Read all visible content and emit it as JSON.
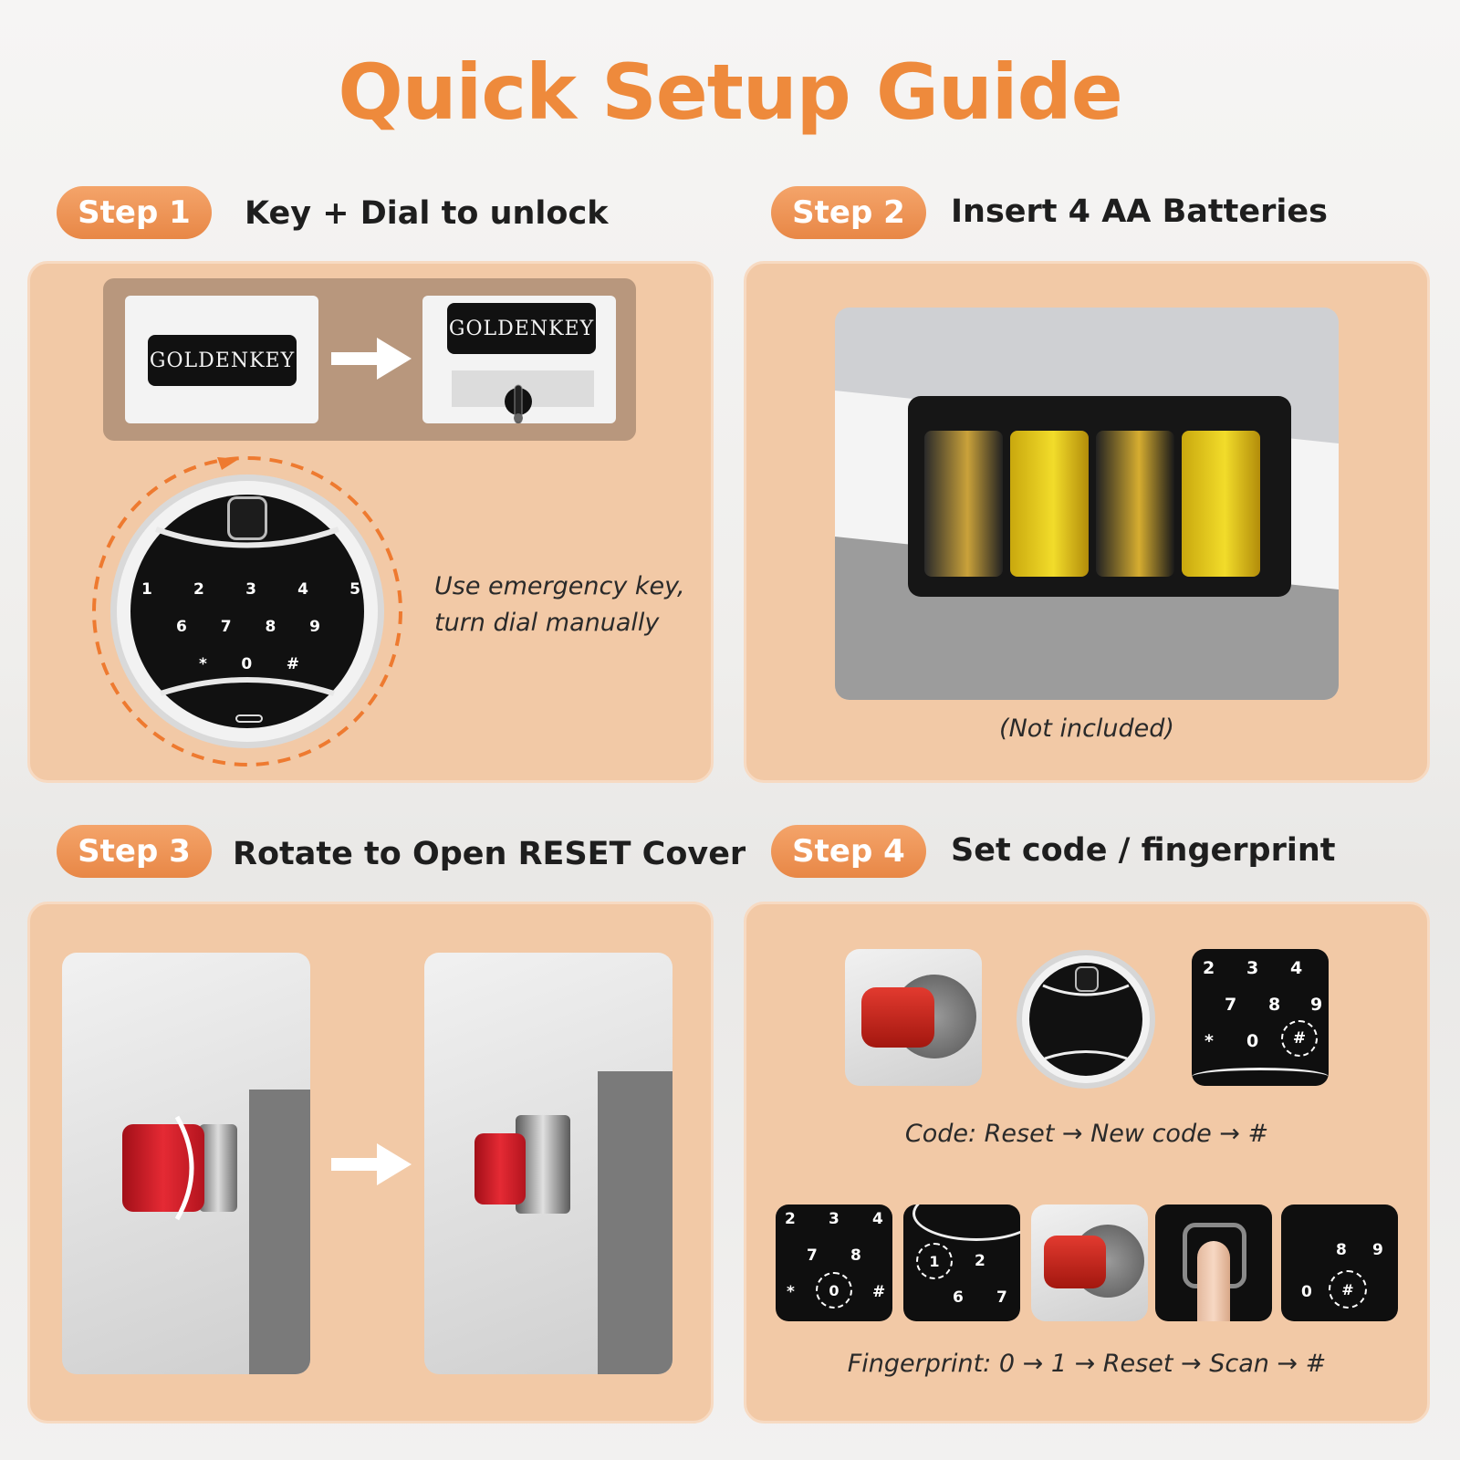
{
  "title": "Quick Setup Guide",
  "brand": "GOLDENKEY",
  "colors": {
    "accent": "#ee8a3c",
    "panel": "#f2c9a6",
    "badge": "#e88746"
  },
  "steps": [
    {
      "badge": "Step 1",
      "heading": "Key + Dial to unlock",
      "caption_line1": "Use emergency key,",
      "caption_line2": "turn dial manually"
    },
    {
      "badge": "Step 2",
      "heading": "Insert 4 AA Batteries",
      "caption": "(Not included)"
    },
    {
      "badge": "Step 3",
      "heading": "Rotate to Open RESET Cover"
    },
    {
      "badge": "Step 4",
      "heading": "Set code / fingerprint",
      "code_line": "Code: Reset → New code → #",
      "fingerprint_line": "Fingerprint: 0 → 1 → Reset → Scan → #"
    }
  ],
  "keypad": {
    "row1": [
      "1",
      "2",
      "3",
      "4",
      "5"
    ],
    "row2": [
      "6",
      "7",
      "8",
      "9"
    ],
    "row3": [
      "*",
      "0",
      "#"
    ]
  },
  "icons": [
    "arrow-right-icon",
    "dial-rotate-icon",
    "fingerprint-sensor-icon",
    "reset-button-icon",
    "battery-icon"
  ]
}
